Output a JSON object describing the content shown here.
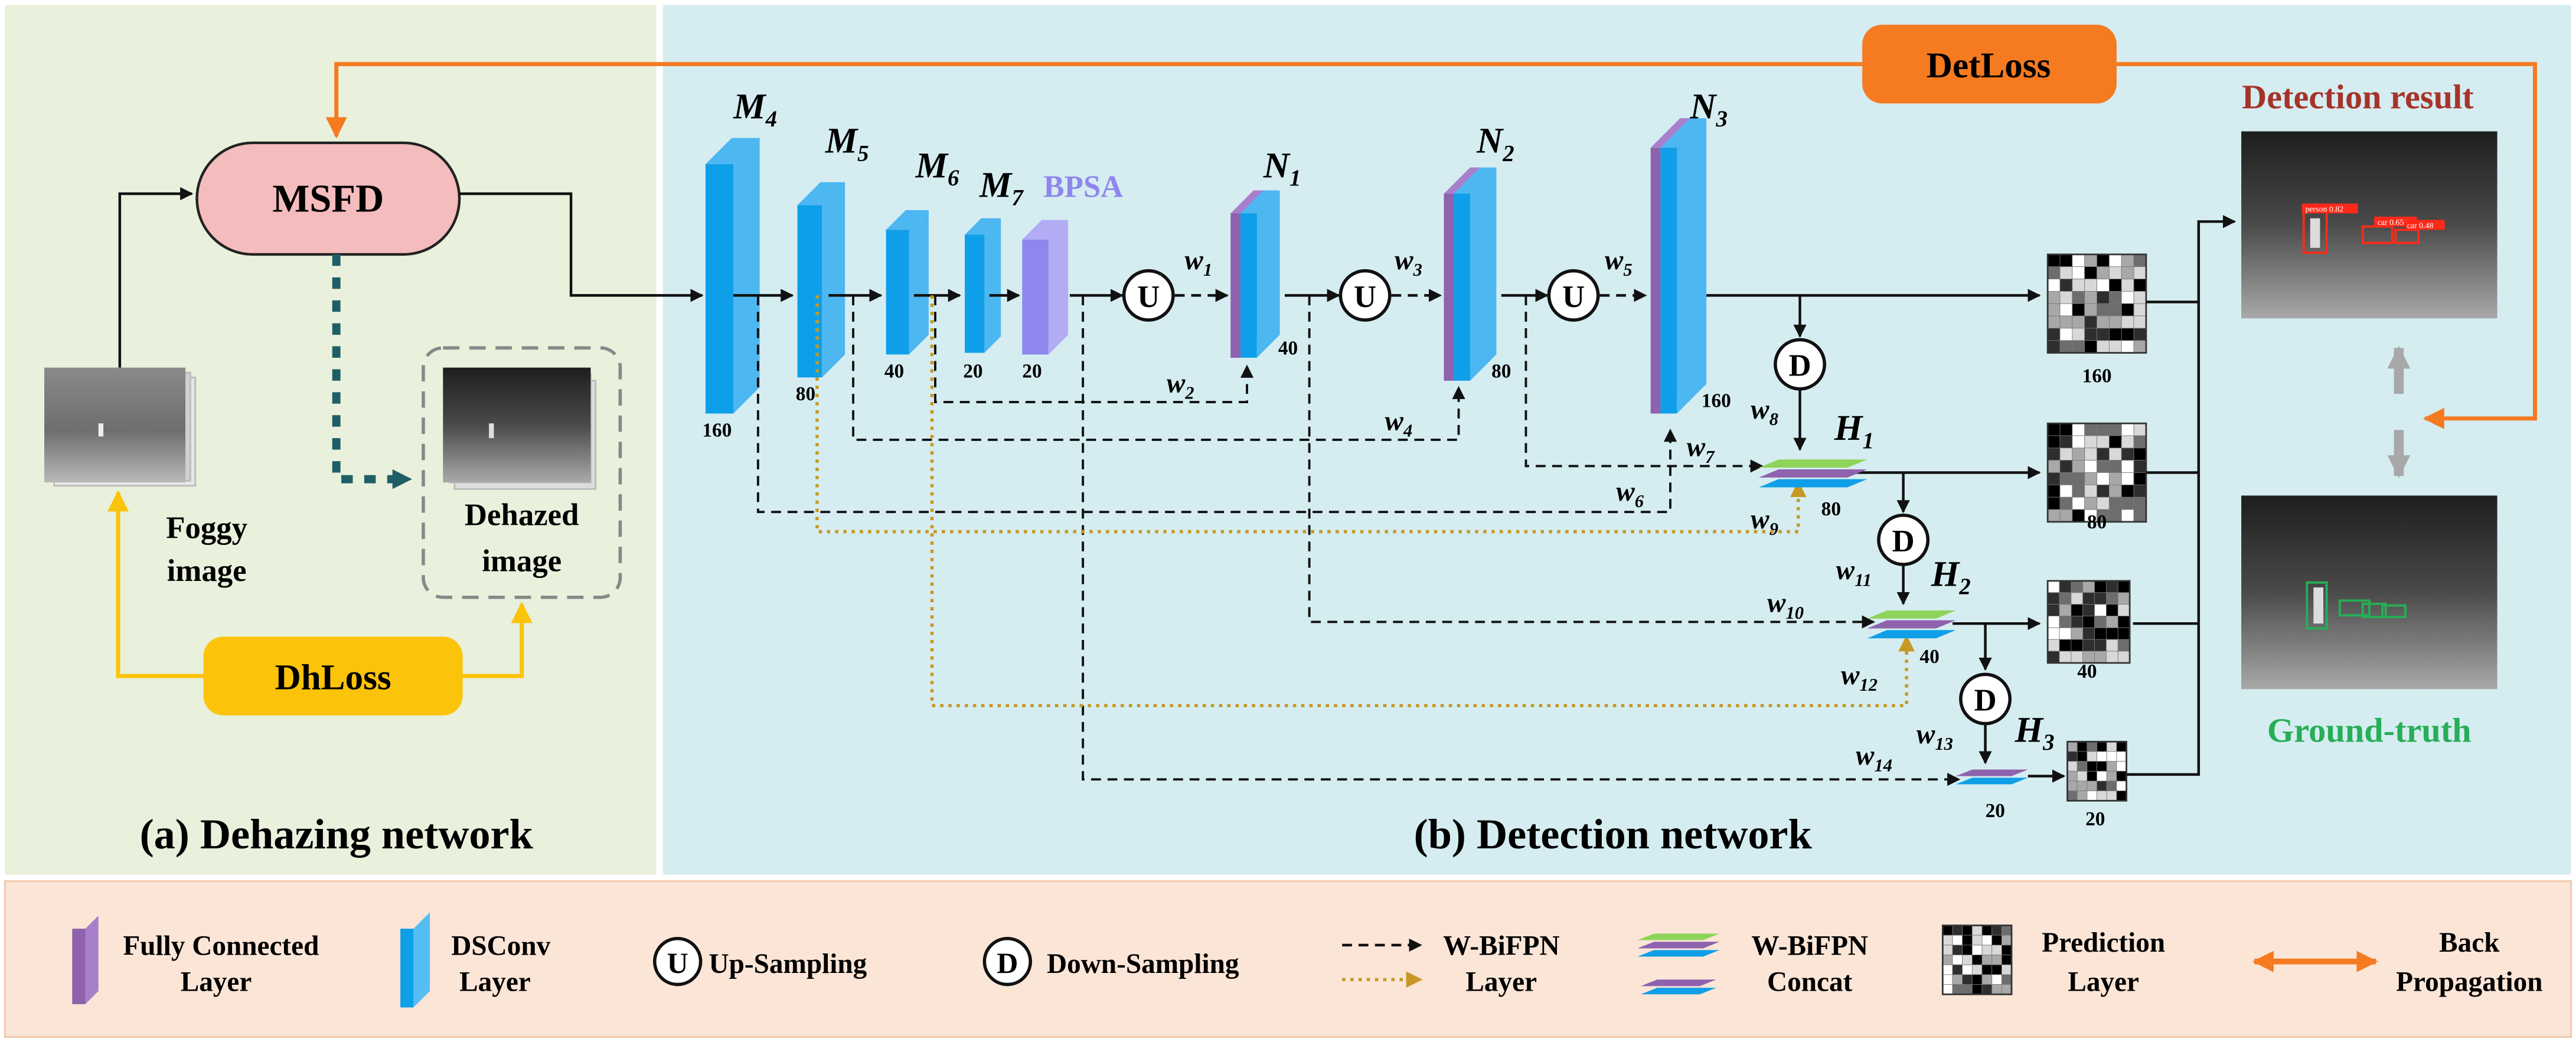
{
  "panels": {
    "dehazing": "(a) Dehazing network",
    "detection": "(b) Detection network"
  },
  "dehazing": {
    "msfd": "MSFD",
    "foggy": [
      "Foggy",
      "image"
    ],
    "dehazed": [
      "Dehazed",
      "image"
    ],
    "dhloss": "DhLoss"
  },
  "detection": {
    "detloss": "DetLoss",
    "result_label": "Detection result",
    "gt_label": "Ground-truth",
    "result_boxes": [
      "person 0.82",
      "car 0.65",
      "car 0.48"
    ],
    "bpsa": "BPSA",
    "blocks": {
      "M4": {
        "name": "M",
        "sub": "4",
        "size": "160"
      },
      "M5": {
        "name": "M",
        "sub": "5",
        "size": "80"
      },
      "M6": {
        "name": "M",
        "sub": "6",
        "size": "40"
      },
      "M7": {
        "name": "M",
        "sub": "7",
        "size": "20"
      },
      "BPSA": {
        "size": "20"
      },
      "N1": {
        "name": "N",
        "sub": "1",
        "size": "40"
      },
      "N2": {
        "name": "N",
        "sub": "2",
        "size": "80"
      },
      "N3": {
        "name": "N",
        "sub": "3",
        "size": "160"
      }
    },
    "heads": {
      "H1": {
        "name": "H",
        "sub": "1",
        "size": "80"
      },
      "H2": {
        "name": "H",
        "sub": "2",
        "size": "40"
      },
      "H3": {
        "name": "H",
        "sub": "3",
        "size": "20"
      }
    },
    "pred_sizes": [
      "160",
      "80",
      "40",
      "20"
    ],
    "ops": {
      "up": "U",
      "down": "D"
    },
    "weights": {
      "w1": {
        "name": "w",
        "sub": "1"
      },
      "w2": {
        "name": "w",
        "sub": "2"
      },
      "w3": {
        "name": "w",
        "sub": "3"
      },
      "w4": {
        "name": "w",
        "sub": "4"
      },
      "w5": {
        "name": "w",
        "sub": "5"
      },
      "w6": {
        "name": "w",
        "sub": "6"
      },
      "w7": {
        "name": "w",
        "sub": "7"
      },
      "w8": {
        "name": "w",
        "sub": "8"
      },
      "w9": {
        "name": "w",
        "sub": "9"
      },
      "w10": {
        "name": "w",
        "sub": "10"
      },
      "w11": {
        "name": "w",
        "sub": "11"
      },
      "w12": {
        "name": "w",
        "sub": "12"
      },
      "w13": {
        "name": "w",
        "sub": "13"
      },
      "w14": {
        "name": "w",
        "sub": "14"
      }
    }
  },
  "legend": {
    "fc": [
      "Fully Connected",
      "Layer"
    ],
    "dsconv": [
      "DSConv",
      "Layer"
    ],
    "up": "Up-Sampling",
    "down": "Down-Sampling",
    "wbifpn": [
      "W-BiFPN",
      "Layer"
    ],
    "concat": [
      "W-BiFPN",
      "Concat"
    ],
    "pred": [
      "Prediction",
      "Layer"
    ],
    "backprop": [
      "Back",
      "Propagation"
    ]
  },
  "colors": {
    "dehaze_bg": "#e9f0dc",
    "detect_bg": "#d5edf1",
    "legend_bg": "#fbe5d6",
    "msfd_fill": "#f4bcbc",
    "orange": "#f57a20",
    "yellow": "#fbc30a",
    "blue": "#0f9fe8",
    "purple": "#8e62ad",
    "bpsa": "#8f86ee",
    "green": "#8fd45a",
    "teal": "#1f5e66",
    "gold_dotted": "#c89824",
    "result_red": "#a6332b",
    "gt_green": "#27ae56"
  }
}
